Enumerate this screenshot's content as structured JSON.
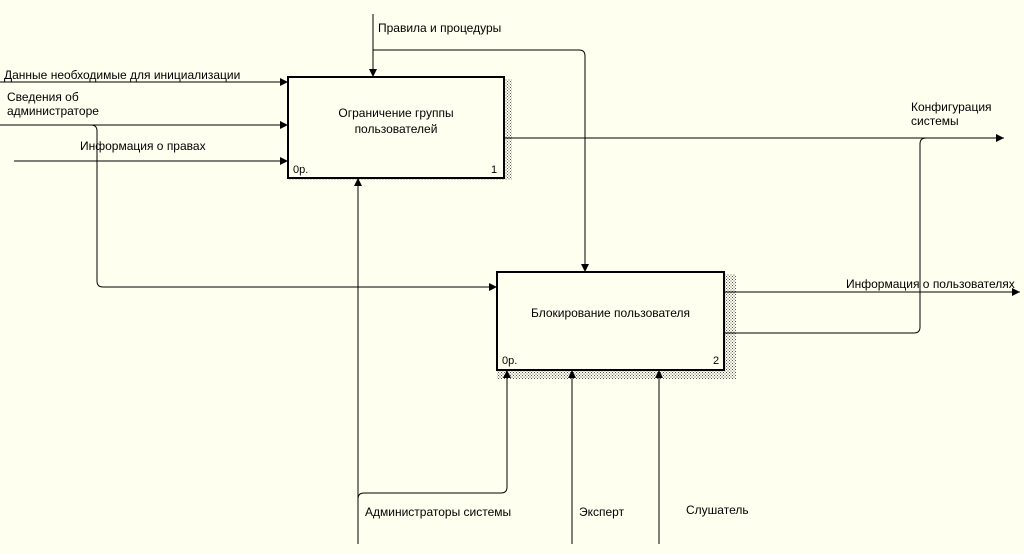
{
  "blocks": [
    {
      "title": "Ограничение группы\nпользователей",
      "cost": "0р.",
      "number": "1"
    },
    {
      "title": "Блокирование пользователя",
      "cost": "0р.",
      "number": "2"
    }
  ],
  "arrows": {
    "init_data": "Данные необходимые для инициализации",
    "admin_info": "Сведения об\nадминистраторе",
    "rights_info": "Информация о правах",
    "rules": "Правила и процедуры",
    "config": "Конфигурация\nсистемы",
    "users_info": "Информация о пользователях",
    "admins": "Администраторы системы",
    "expert": "Эксперт",
    "listener": "Слушатель"
  },
  "colors": {
    "background": "#fffff0",
    "line": "#000000",
    "shadow_hatch": "#555555"
  }
}
